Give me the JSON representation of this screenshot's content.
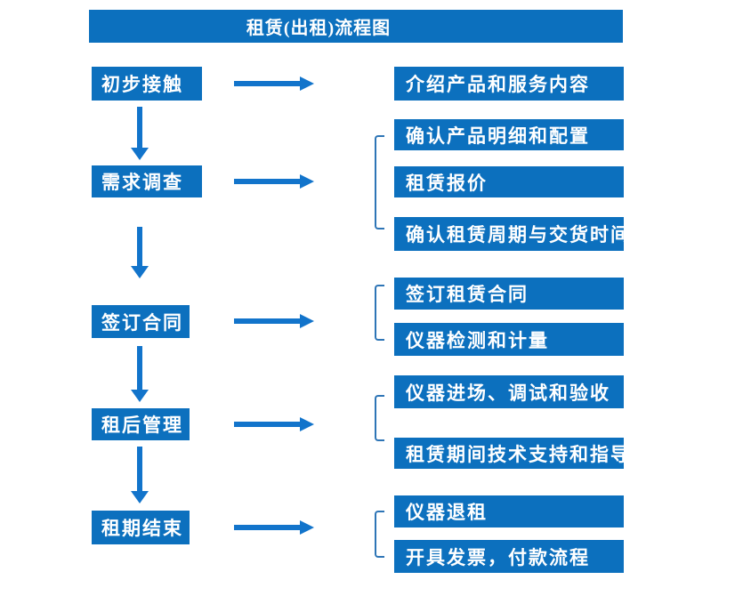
{
  "diagram_type": "flowchart",
  "title": "租赁(出租)流程图",
  "colors": {
    "box_blue": "#0C70BE",
    "arrow_blue": "#1274CB",
    "bracket_blue": "#2E75B6",
    "text_white": "#FFFFFF"
  },
  "stages": [
    {
      "label": "初步接触",
      "outputs": [
        "介绍产品和服务内容"
      ]
    },
    {
      "label": "需求调查",
      "outputs": [
        "确认产品明细和配置",
        "租赁报价",
        "确认租赁周期与交货时间"
      ]
    },
    {
      "label": "签订合同",
      "outputs": [
        "签订租赁合同",
        "仪器检测和计量"
      ]
    },
    {
      "label": "租后管理",
      "outputs": [
        "仪器进场、调试和验收",
        "租赁期间技术支持和指导"
      ]
    },
    {
      "label": "租期结束",
      "outputs": [
        "仪器退租",
        "开具发票，付款流程"
      ]
    }
  ]
}
